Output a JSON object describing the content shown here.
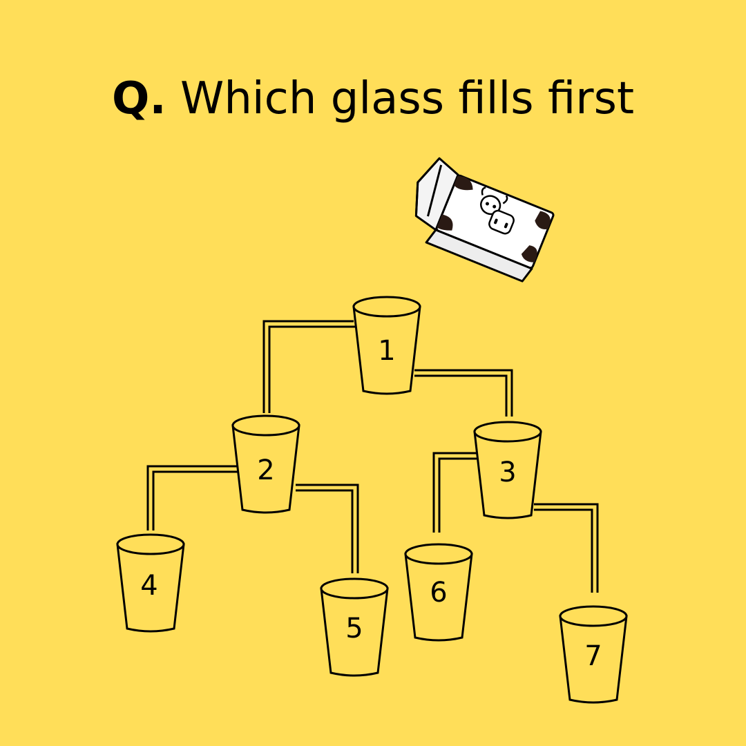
{
  "title": {
    "prefix": "Q.",
    "text": " Which glass fills first"
  },
  "glasses": [
    {
      "label": "1"
    },
    {
      "label": "2"
    },
    {
      "label": "3"
    },
    {
      "label": "4"
    },
    {
      "label": "5"
    },
    {
      "label": "6"
    },
    {
      "label": "7"
    }
  ],
  "colors": {
    "background": "#FFDE59",
    "ink": "#000000",
    "carton": "#FFFFFF"
  },
  "icons": {
    "carton": "milk-carton-cow-icon"
  }
}
